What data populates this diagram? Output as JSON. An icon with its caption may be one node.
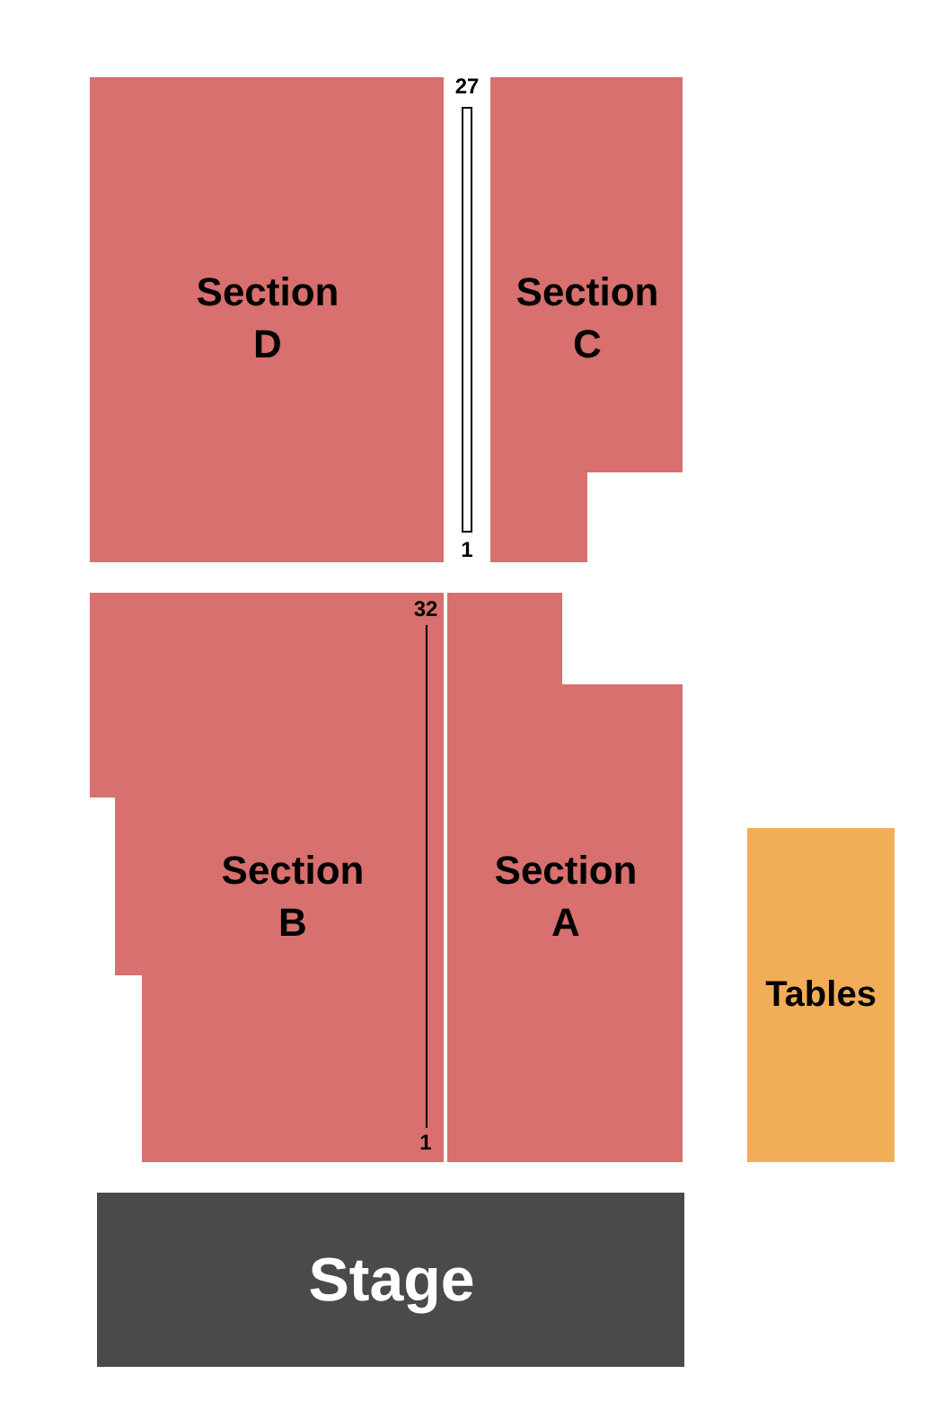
{
  "diagram": {
    "nodes": [
      {
        "text": [
          "Section D"
        ]
      },
      {
        "text": [
          "Section C"
        ]
      },
      {
        "text": [
          "Section B"
        ]
      },
      {
        "text": [
          "Section A"
        ]
      },
      {
        "text": [
          "Tables"
        ]
      },
      {
        "text": [
          "Stage"
        ]
      }
    ],
    "labels": [
      "27",
      "1",
      "32",
      "1"
    ]
  }
}
